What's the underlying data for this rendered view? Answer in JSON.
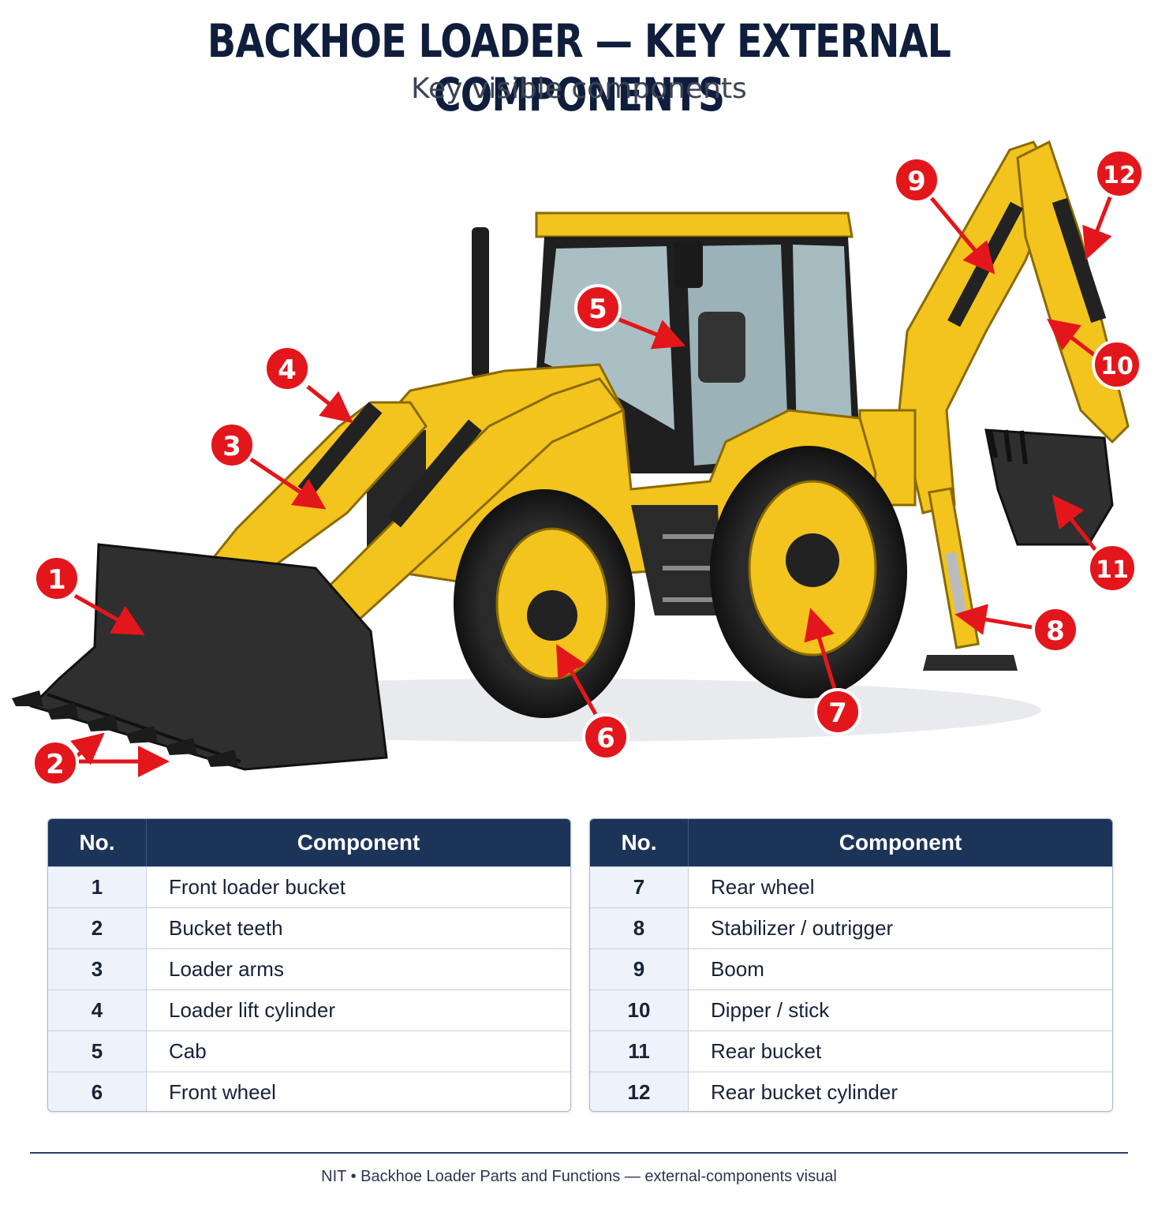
{
  "title": "BACKHOE LOADER — KEY EXTERNAL COMPONENTS",
  "subtitle": "Key visible components",
  "callout_color": "#e3161b",
  "machine_color": "#f2c41d",
  "callouts": [
    "1",
    "2",
    "3",
    "4",
    "5",
    "6",
    "7",
    "8",
    "9",
    "10",
    "11",
    "12"
  ],
  "table_left": {
    "header": {
      "no": "No.",
      "component": "Component"
    },
    "rows": [
      {
        "no": "1",
        "component": "Front loader bucket"
      },
      {
        "no": "2",
        "component": "Bucket teeth"
      },
      {
        "no": "3",
        "component": "Loader arms"
      },
      {
        "no": "4",
        "component": "Loader lift cylinder"
      },
      {
        "no": "5",
        "component": "Cab"
      },
      {
        "no": "6",
        "component": "Front wheel"
      }
    ]
  },
  "table_right": {
    "header": {
      "no": "No.",
      "component": "Component"
    },
    "rows": [
      {
        "no": "7",
        "component": "Rear wheel"
      },
      {
        "no": "8",
        "component": "Stabilizer / outrigger"
      },
      {
        "no": "9",
        "component": "Boom"
      },
      {
        "no": "10",
        "component": "Dipper / stick"
      },
      {
        "no": "11",
        "component": "Rear bucket"
      },
      {
        "no": "12",
        "component": "Rear bucket cylinder"
      }
    ]
  },
  "footer": "NIT • Backhoe Loader Parts and Functions — external-components visual"
}
